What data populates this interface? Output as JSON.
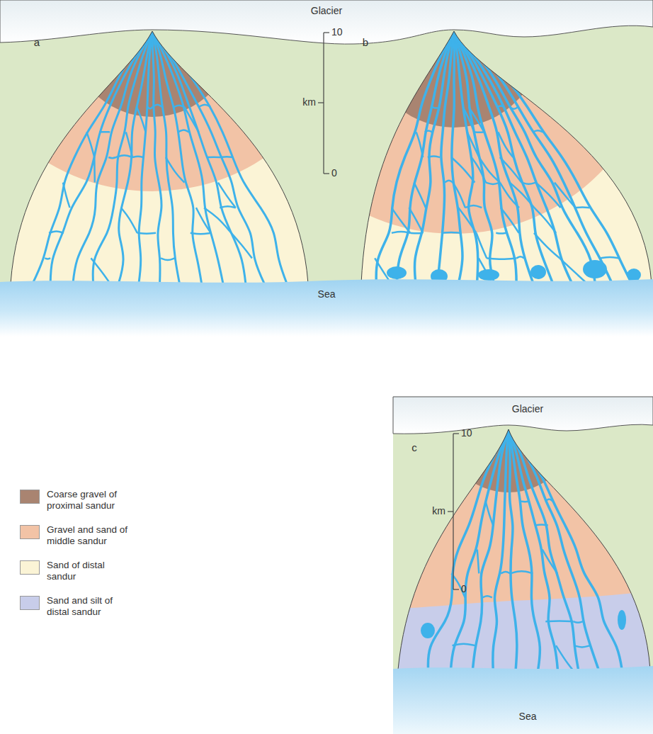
{
  "diagram": {
    "labels": [
      "Glacier",
      "a",
      "10",
      "km",
      "0",
      "b",
      "Sea",
      "Glacier",
      "c",
      "10",
      "km",
      "0",
      "Sea"
    ],
    "legend": [
      {
        "text": "Coarse gravel of proximal sandur",
        "color": "#a98471"
      },
      {
        "text": "Gravel and sand of middle sandur",
        "color": "#f2c3a6"
      },
      {
        "text": "Sand of distal sandur",
        "color": "#fbf4d6"
      },
      {
        "text": "Sand and silt of distal sandur",
        "color": "#c8cdea"
      }
    ]
  }
}
